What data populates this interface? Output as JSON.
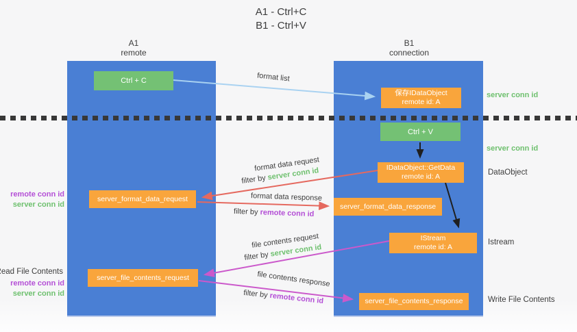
{
  "title": {
    "line1": "A1 - Ctrl+C",
    "line2": "B1 - Ctrl+V"
  },
  "columns": {
    "left": {
      "name": "A1",
      "subtitle": "remote"
    },
    "right": {
      "name": "B1",
      "subtitle": "connection"
    }
  },
  "boxes": {
    "ctrl_c": {
      "label": "Ctrl + C"
    },
    "save_idataobject": {
      "line1": "保存IDataObject",
      "line2": "remote id: A"
    },
    "ctrl_v": {
      "label": "Ctrl + V"
    },
    "idataobject_getdata": {
      "line1": "IDataObject::GetData",
      "line2": "remote id: A"
    },
    "server_format_data_request": {
      "label": "server_format_data_request"
    },
    "server_format_data_response": {
      "label": "server_format_data_response"
    },
    "istream": {
      "line1": "IStream",
      "line2": "remote id: A"
    },
    "server_file_contents_request": {
      "label": "server_file_contents_request"
    },
    "server_file_contents_response": {
      "label": "server_file_contents_response"
    }
  },
  "flow_labels": {
    "format_list": "format list",
    "format_data_request": "format data request",
    "format_data_response": "format data response",
    "file_contents_request": "file contents request",
    "file_contents_response": "file contents response",
    "filter_by": "filter by",
    "server_conn_id": "server conn id",
    "remote_conn_id": "remote conn id"
  },
  "side_labels": {
    "right_server_conn_id_top": "server conn id",
    "right_server_conn_id_mid": "server conn id",
    "dataobject": "DataObject",
    "istream": "Istream",
    "write_file_contents": "Write File Contents",
    "read_file_contents": "Read File Contents",
    "left_remote_conn_id_top": "remote conn id",
    "left_server_conn_id_top": "server conn id",
    "left_remote_conn_id_bottom": "remote conn id",
    "left_server_conn_id_bottom": "server conn id"
  },
  "colors": {
    "lane_blue": "#4a7fd4",
    "box_green": "#74c174",
    "box_orange": "#f9a53c",
    "text_green": "#6ec06e",
    "text_purple": "#b44fd6",
    "arrow_salmon": "#e5695f",
    "arrow_magenta": "#cb59cb",
    "arrow_light_blue": "#a9d2f1",
    "arrow_black": "#1f1f1f",
    "text_dark": "#3c3c3c"
  }
}
